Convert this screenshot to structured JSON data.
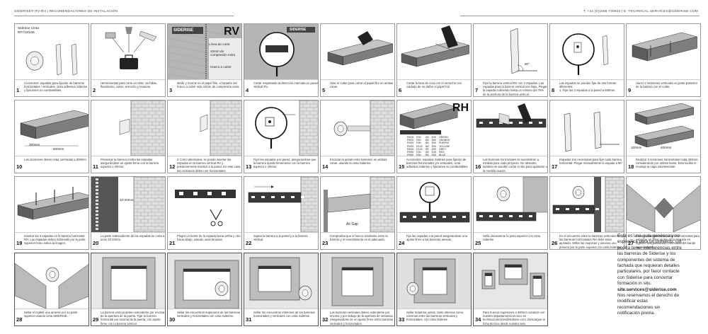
{
  "header": {
    "left_text": "SIDERISE® RV-RH | RECOMENDACIONES DE INSTALACIÓN",
    "right_text": "T. +44 (0)1656 730833  |  E. TECHNICAL.SERVICES@SIDERISE.COM"
  },
  "colors": {
    "ink": "#222222",
    "border": "#9a9a9a",
    "product_grey": "#8a8a8a",
    "foil": "#c9c9c9"
  },
  "panels": [
    {
      "num": "1",
      "caption": "Accesorios: espadas para fijación de barreras horizontales / verticales, cinta adhesiva Siderise y fijaciones no combustibles.",
      "title": "Siderise Cinta\nRF7120/45"
    },
    {
      "num": "2",
      "caption": "Herramientas para corte en obra: cuchillas, flexómetro, cutter, serrucho y tenazas."
    },
    {
      "num": "3",
      "caption": "Medir y marcar en el papel film, el tamaño del hueco a cubrir más 10mm de compresión extra.",
      "rv": "RV",
      "label_a": "Línea de corte",
      "label_b": "10mm de compresión extra",
      "label_c": "Hueco a cubrir",
      "brand": "SIDERISE"
    },
    {
      "num": "4",
      "caption": "Cortar respetando la dirección marcada en panel vertical RV.",
      "brand": "SIDERISE"
    },
    {
      "num": "5",
      "caption": "Usar el cutter para cortar el papel film en ambas caras."
    },
    {
      "num": "6",
      "caption": "Cortar la lana de roca con el serrucho con cuidado de no dañar el papel foil."
    },
    {
      "num": "7",
      "caption": "Fijar la barrera vertical RV con 2 espadas. Las espadas para la barrera vertical son lisas. Plegar la espada cubriendo hasta un mínimo del 75% de la anchura de la barrera vertical.",
      "angle": "90°"
    },
    {
      "num": "8",
      "caption": "Las espadas se pueden fijar de dos formas diferentes:\n1. Fijar las 2 espadas a la pared a 600mm."
    },
    {
      "num": "9",
      "caption": "Hacer 2 incisiones verticales en parte posterior de la barrera con el cutter."
    },
    {
      "num": "10",
      "caption": "Las incisiones deben estar centradas a 600mm.",
      "dim_a": "300mm",
      "dim_b": "600mm"
    },
    {
      "num": "11",
      "caption": "Presionar la barrera contra las espadas asegurándose un ajuste firme con la barrera superior o inferior."
    },
    {
      "num": "12",
      "caption": "2 Como alternativa, se puede insertar las espadas en la barrera vertical RV y posteriormente insertar a la pared. En este caso, las incisiones deben ser horizontales."
    },
    {
      "num": "13",
      "caption": "Fijar las espadas a la pared, asegurandose que la barrera queda firmemente con la barrera superior e inferior."
    },
    {
      "num": "14",
      "caption": "Encintar la juntas entre barreras, en ambas caras, usando la cinta Siderise."
    },
    {
      "num": "15",
      "caption": "Accesorios: espadas Siderise para fijación de barreras horizontales y/o verticales, cinta adhesiva Siderise y fijaciones no combustibles.",
      "rh": "RH",
      "table": [
        [
          "RH15",
          "E30",
          "I30",
          "E30",
          "GREEN"
        ],
        [
          "RH25",
          "E60",
          "I60",
          "E60",
          "ORANGE"
        ],
        [
          "RH25",
          "E90",
          "I60",
          "E90",
          "PURPLE"
        ],
        [
          "RH25",
          "E120",
          "I60",
          "E90",
          "YELLOW"
        ],
        [
          "RH25",
          "E120",
          "I90",
          "E90",
          "GREY"
        ],
        [
          "RH50",
          "E30",
          "I30",
          "E30",
          "RED"
        ],
        [
          "RH50",
          "E60",
          "I60",
          "E60",
          "BLUE"
        ]
      ]
    },
    {
      "num": "16",
      "caption": "Las barreras horizontales se suministran a medida para cada proyecto. No obstante, también se pueden cortar in situ para ajustarse a la medida exacta."
    },
    {
      "num": "17",
      "caption": "Espadas son necesarias para fijar cada barrera horizontal. Plegar manualmente la espada a 90°."
    },
    {
      "num": "18",
      "caption": "Realizar 3 incisiones horizontales cada 400mm, considerando por ambos lados. Esto facilita el montaje la capa intumescente.",
      "dim_a": "100mm",
      "dim_b": "400mm"
    },
    {
      "num": "19",
      "caption": "Insertar las 3 espadas en la barrera horizontal RH. Las espadas deben sobresalir por la parte superior como indica la imagen."
    },
    {
      "num": "20",
      "caption": "La parte sobresaliente de las espadas se corta a unos 10-20mm.",
      "dim_a": "10-20mm"
    },
    {
      "num": "21",
      "caption": "Plegar un borde de la espada hacia arriba y otro hacia abajo, usando unas tenazas."
    },
    {
      "num": "22",
      "caption": "Sujeta la barrera a la pared y a la barrera vertical."
    },
    {
      "num": "23",
      "caption": "Comprueba que el hueco resultante entre la barrera y el revestimiento es el adecuado.",
      "air": "Air Gap"
    },
    {
      "num": "24",
      "caption": "Fija las espadas a la pared asegurandose una ajuste firme a las barreras anexas."
    },
    {
      "num": "25",
      "caption": "Sella únicamente la junta superior con cinta Siderise."
    },
    {
      "num": "26",
      "caption": "En el encuentro entre la barreras verticales RV y las barreras horizontales RH debe estar ajustado. Sellar las esquinas y uniones uno primero por la parte superior con cinta Siderise."
    },
    {
      "num": "27",
      "caption": "Corta cuidadosamente la barrera horizontal para asegurar un firme ajuste de la esquina en ingletes asegurando la continuidad del bande intumescente."
    },
    {
      "num": "28",
      "caption": "Sellar el ingleté una amente por su parte superior usando cinta SIDERISE."
    },
    {
      "num": "29",
      "caption": "La barrera vertical deben extenderse por encima de la apertura de la puerta. Fijar la barrera horizontal por encima de la puerta, con ajuste firme con la barrera vertical."
    },
    {
      "num": "30",
      "caption": "Sellar los encuentros superiores de las barreras verticales y horizontales con cinta Siderise."
    },
    {
      "num": "31",
      "caption": "Sellar los encuentros inferiores de las barreras horizontales y verticales con cinta Siderise."
    },
    {
      "num": "32",
      "caption": "Las barreras verticales deben extenderse por encima y por debajo de la apertura de ventanas. Asegurandose de un ajuste firme entre barreras verticales y horizontales."
    },
    {
      "num": "33",
      "caption": "Sellar todas las juntas, tanto internas como externas entre las barreras verticales y horizontales, con cinta Siderise."
    },
    {
      "num": "34",
      "caption": "Para huecos superiores a 400mm contacte con nuestro departamento técnico en technical.services@siderise.com. Descargue la ficha técnica desde nuestra web."
    }
  ],
  "note": {
    "text": "Esta es una guía genérica y no específica para un proyecto. Ud podría tener interferencias entre las barreras de Siderise y los componentes del sistema de fachada que requieran detalles particulares, por favor contacte con Siderise para concertar formación in situ.",
    "site": "site.services@siderise.com",
    "tail": " Nos reservamos el derecho de modificar estas recomendaciones sin notificación previa."
  }
}
